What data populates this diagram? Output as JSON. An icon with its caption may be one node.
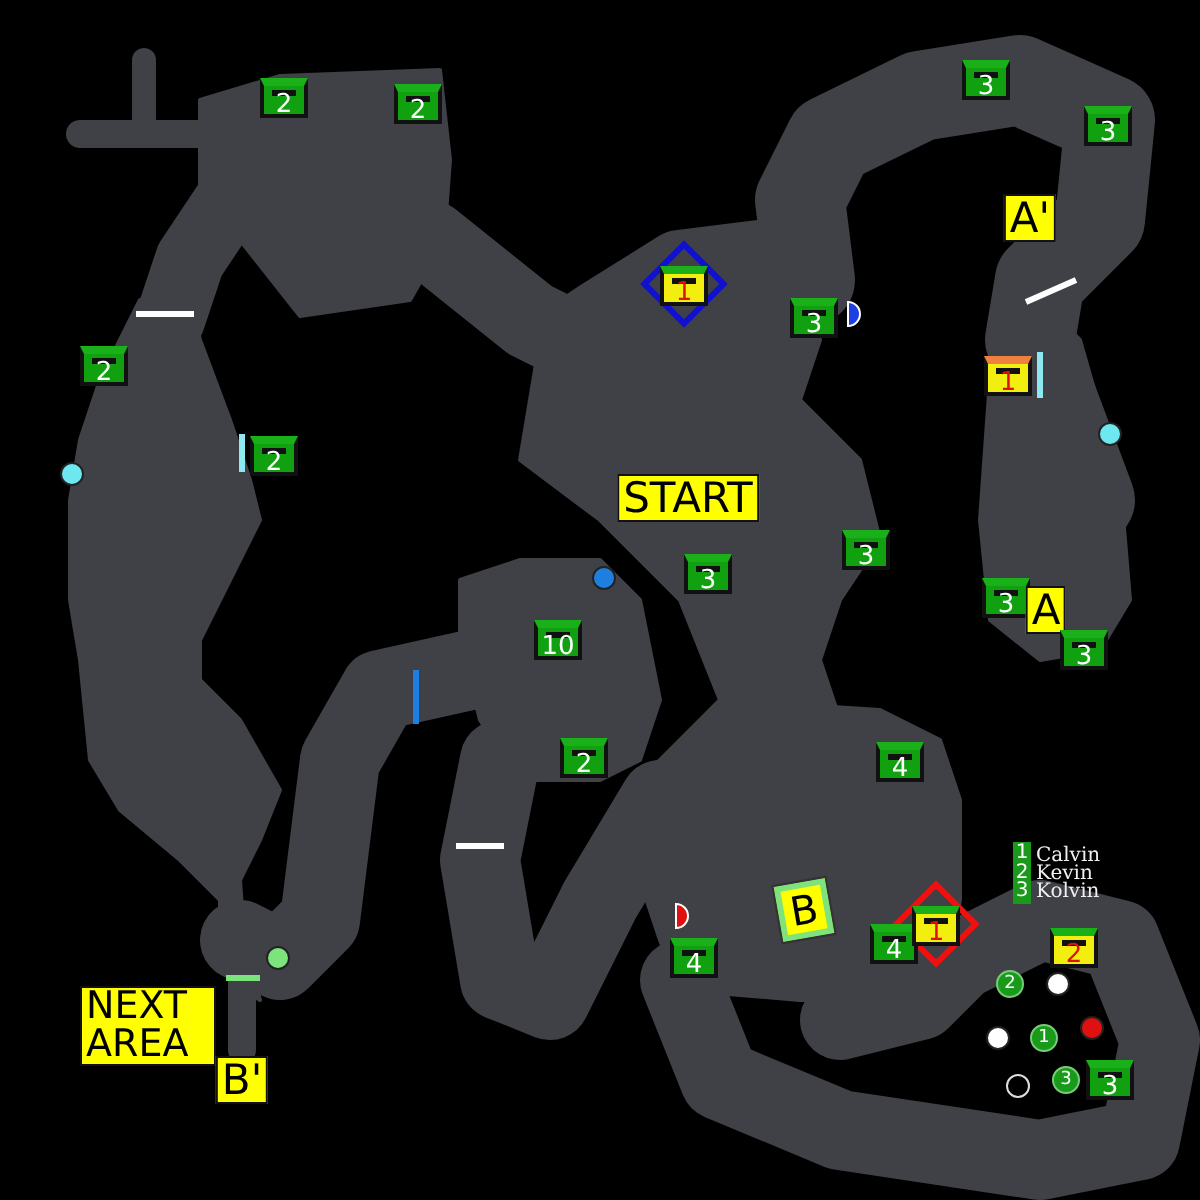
{
  "diagram": {
    "labels": [
      "3",
      "2",
      "2",
      "3",
      "A'",
      "1",
      "3",
      "2",
      "1",
      "2",
      "START",
      "3",
      "3",
      "3",
      "A",
      "10",
      "3",
      "2",
      "4",
      "1",
      "Calvin",
      "2",
      "Kevin",
      "3",
      "Kolvin",
      "4",
      "B",
      "4",
      "1",
      "2",
      "2",
      "NEXT AREA",
      "1",
      "3",
      "3",
      "B'"
    ]
  }
}
